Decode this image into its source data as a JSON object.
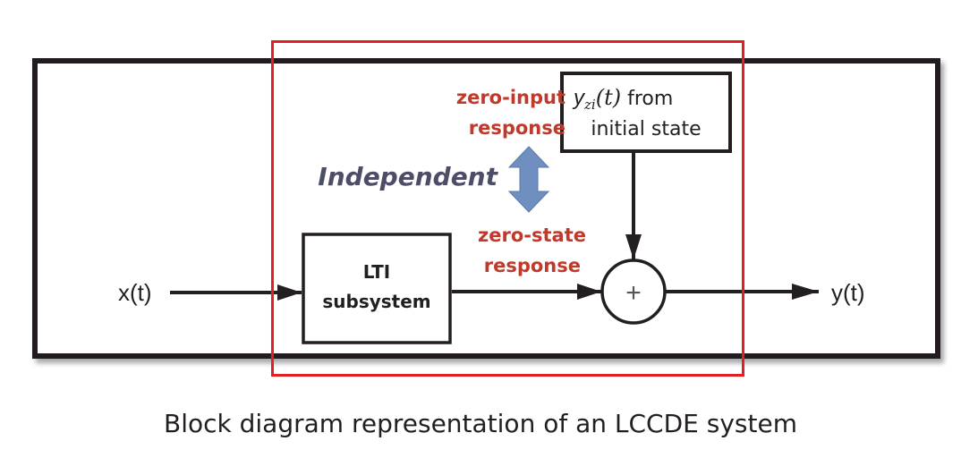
{
  "diagram": {
    "input_label": "x(t)",
    "output_label": "y(t)",
    "lti_block": {
      "line1": "LTI",
      "line2": "subsystem"
    },
    "initial_state_block": {
      "math": "y",
      "math_sub": "zi",
      "math_arg": "(t)",
      "line1_rest": " from",
      "line2": "initial state"
    },
    "summer_symbol": "+",
    "zero_input_label": {
      "line1": "zero-input",
      "line2": "response"
    },
    "zero_state_label": {
      "line1": "zero-state",
      "line2": "response"
    },
    "independent_label": "Independent",
    "caption": "Block diagram representation of an LCCDE system",
    "colors": {
      "frame": "#231f20",
      "highlight_box": "#e41e26",
      "response_text": "#c0392b",
      "independent_text": "#4b4e66",
      "double_arrow": "#6f8fc0"
    }
  }
}
